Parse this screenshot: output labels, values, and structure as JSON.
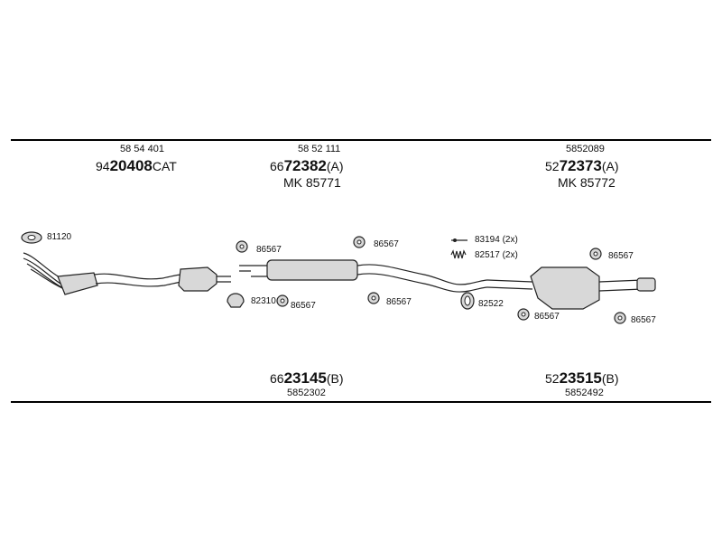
{
  "groups": [
    {
      "ref": "58 54 401",
      "pn_prefix": "94",
      "pn_main": "20408",
      "pn_suffix": "CAT"
    },
    {
      "ref": "58 52 111",
      "pn_prefix": "66",
      "pn_main": "72382",
      "pn_suffix": "(A)",
      "mk": "MK 85771"
    },
    {
      "ref": "5852089",
      "pn_prefix": "52",
      "pn_main": "72373",
      "pn_suffix": "(A)",
      "mk": "MK 85772"
    }
  ],
  "bottom": [
    {
      "pn_prefix": "66",
      "pn_main": "23145",
      "pn_suffix": "(B)",
      "ref": "5852302"
    },
    {
      "pn_prefix": "52",
      "pn_main": "23515",
      "pn_suffix": "(B)",
      "ref": "5852492"
    }
  ],
  "labels": {
    "l81120": "81120",
    "l86567_a": "86567",
    "l86567_b": "86567",
    "l86567_c": "86567",
    "l86567_d": "86567",
    "l86567_e": "86567",
    "l86567_f": "86567",
    "l86567_g": "86567",
    "l82310": "82310",
    "l83194": "83194 (2x)",
    "l82517": "82517 (2x)",
    "l82522": "82522"
  }
}
